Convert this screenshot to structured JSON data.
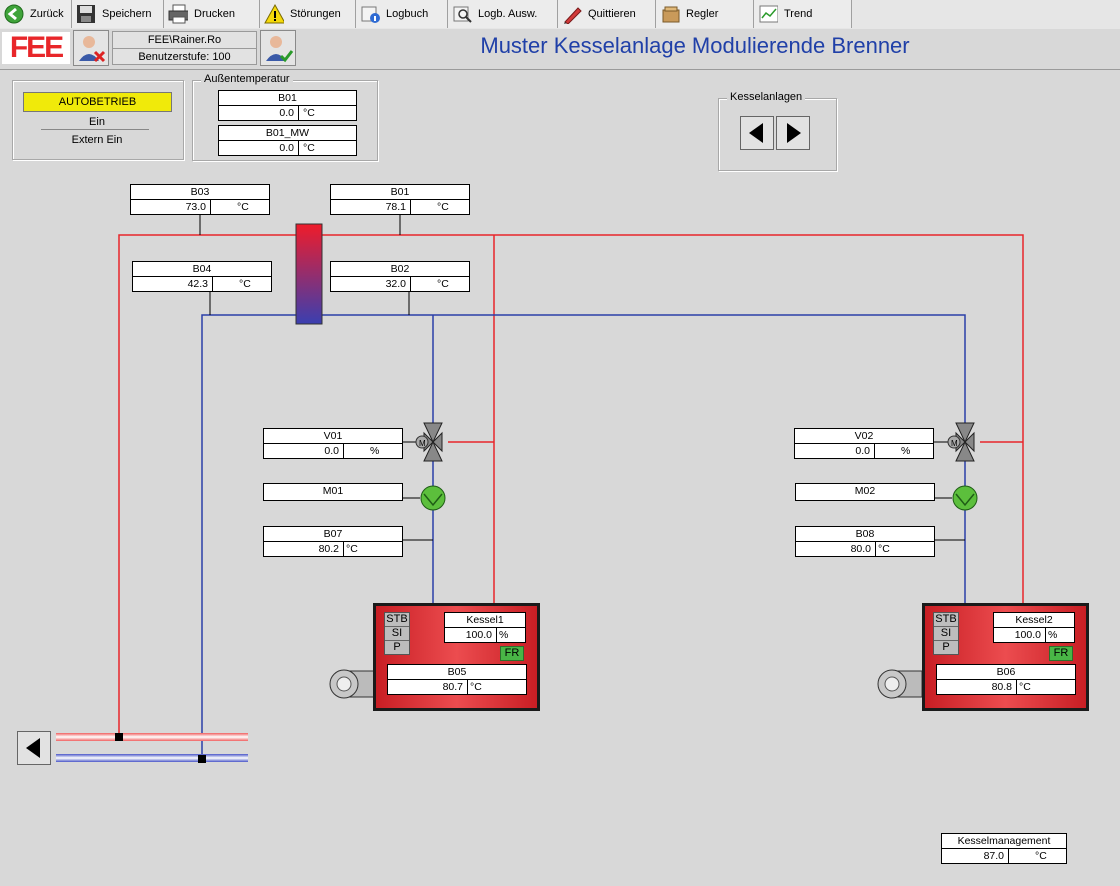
{
  "toolbar": {
    "back": "Zurück",
    "save": "Speichern",
    "print": "Drucken",
    "faults": "Störungen",
    "logbook": "Logbuch",
    "logbook_eval": "Logb. Ausw.",
    "acknowledge": "Quittieren",
    "controller": "Regler",
    "trend": "Trend"
  },
  "header": {
    "logo": "FEE",
    "user": "FEE\\Rainer.Ro",
    "user_level": "Benutzerstufe: 100",
    "title": "Muster Kesselanlage Modulierende Brenner"
  },
  "mode": {
    "status": "AUTOBETRIEB",
    "line1": "Ein",
    "line2": "Extern Ein"
  },
  "outdoor": {
    "title": "Außentemperatur",
    "b01": {
      "name": "B01",
      "value": "0.0",
      "unit": "°C"
    },
    "b01mw": {
      "name": "B01_MW",
      "value": "0.0",
      "unit": "°C"
    }
  },
  "boiler_nav": {
    "title": "Kesselanlagen"
  },
  "sensors": {
    "b03": {
      "name": "B03",
      "value": "73.0",
      "unit": "°C"
    },
    "b01": {
      "name": "B01",
      "value": "78.1",
      "unit": "°C"
    },
    "b04": {
      "name": "B04",
      "value": "42.3",
      "unit": "°C"
    },
    "b02": {
      "name": "B02",
      "value": "32.0",
      "unit": "°C"
    }
  },
  "circuit1": {
    "valve": {
      "name": "V01",
      "value": "0.0",
      "unit": "%"
    },
    "pump": {
      "name": "M01"
    },
    "flow": {
      "name": "B07",
      "value": "80.2",
      "unit": "°C"
    },
    "boiler": {
      "name": "Kessel1",
      "value": "100.0",
      "unit": "%",
      "flags": [
        "STB",
        "SI",
        "P"
      ],
      "fr": "FR",
      "sensor": {
        "name": "B05",
        "value": "80.7",
        "unit": "°C"
      }
    }
  },
  "circuit2": {
    "valve": {
      "name": "V02",
      "value": "0.0",
      "unit": "%"
    },
    "pump": {
      "name": "M02"
    },
    "flow": {
      "name": "B08",
      "value": "80.0",
      "unit": "°C"
    },
    "boiler": {
      "name": "Kessel2",
      "value": "100.0",
      "unit": "%",
      "flags": [
        "STB",
        "SI",
        "P"
      ],
      "fr": "FR",
      "sensor": {
        "name": "B06",
        "value": "80.8",
        "unit": "°C"
      }
    }
  },
  "management": {
    "name": "Kesselmanagement",
    "value": "87.0",
    "unit": "°C"
  },
  "colors": {
    "supply": "#e8262a",
    "return": "#2b3fa8",
    "title": "#2040a8",
    "pump": "#4caf3a",
    "boiler": "#d7252a"
  }
}
